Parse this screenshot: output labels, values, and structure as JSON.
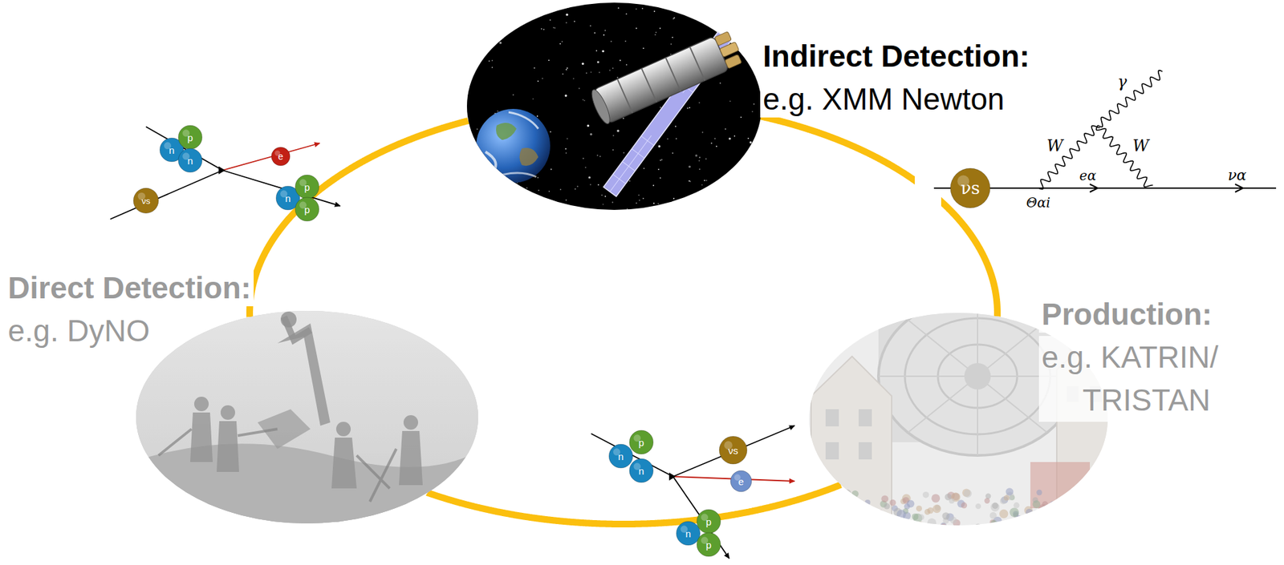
{
  "diagram": {
    "nodes": [
      {
        "text": [
          "Indirect Detection:",
          "e.g. XMM Newton"
        ]
      },
      {
        "text": [
          "Direct Detection:",
          "e.g. DyNO"
        ]
      },
      {
        "text": [
          "Production:",
          "e.g. KATRIN/ TRISTAN"
        ]
      }
    ],
    "edges": [
      {
        "from": 0,
        "to": 1,
        "arrow": "none"
      },
      {
        "from": 0,
        "to": 2,
        "arrow": "none"
      },
      {
        "from": 1,
        "to": 2,
        "arrow": "none"
      }
    ],
    "labels": [
      "n",
      "p",
      "n",
      "e",
      "νs",
      "n",
      "p",
      "p",
      "νs",
      "W",
      "γ",
      "W",
      "eα",
      "Θαi",
      "να",
      "p",
      "n",
      "n",
      "νs",
      "e",
      "n",
      "p",
      "p"
    ]
  }
}
